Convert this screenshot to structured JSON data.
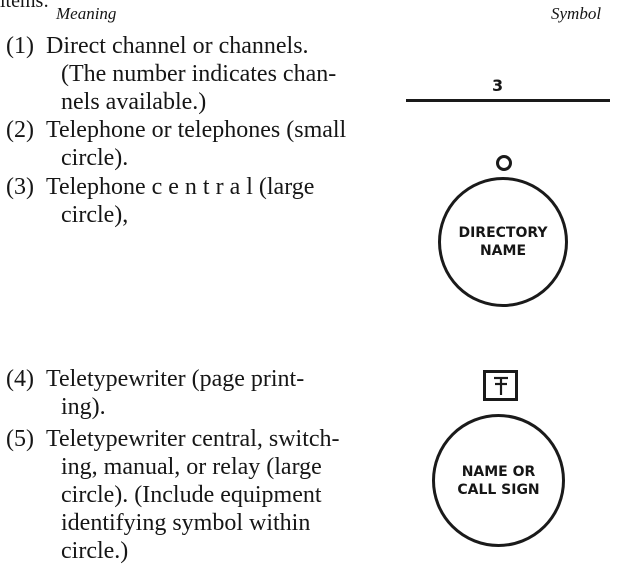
{
  "header": {
    "top_fragment": "items:",
    "meaning": "Meaning",
    "symbol": "Symbol"
  },
  "items": [
    {
      "number": "(1)",
      "lines": [
        "Direct channel or channels.",
        "(The number indicates chan-",
        "nels available.)"
      ]
    },
    {
      "number": "(2)",
      "lines": [
        "Telephone or telephones (small",
        "circle)."
      ]
    },
    {
      "number": "(3)",
      "lines": [
        "Telephone c e n t r a l (large",
        "circle),"
      ]
    },
    {
      "number": "(4)",
      "lines": [
        "Teletypewriter (page print-",
        "ing)."
      ]
    },
    {
      "number": "(5)",
      "lines": [
        "Teletypewriter central, switch-",
        "ing, manual, or relay (large",
        "circle). (Include equipment",
        "identifying symbol within",
        "circle.)"
      ]
    }
  ],
  "symbols": {
    "channel_count": "3",
    "directory_circle_lines": [
      "DIRECTORY",
      "NAME"
    ],
    "call_sign_circle_lines": [
      "NAME OR",
      "CALL SIGN"
    ],
    "teletypewriter_icon": "teletypewriter-symbol-icon",
    "telephone_icon": "small-circle-icon"
  }
}
